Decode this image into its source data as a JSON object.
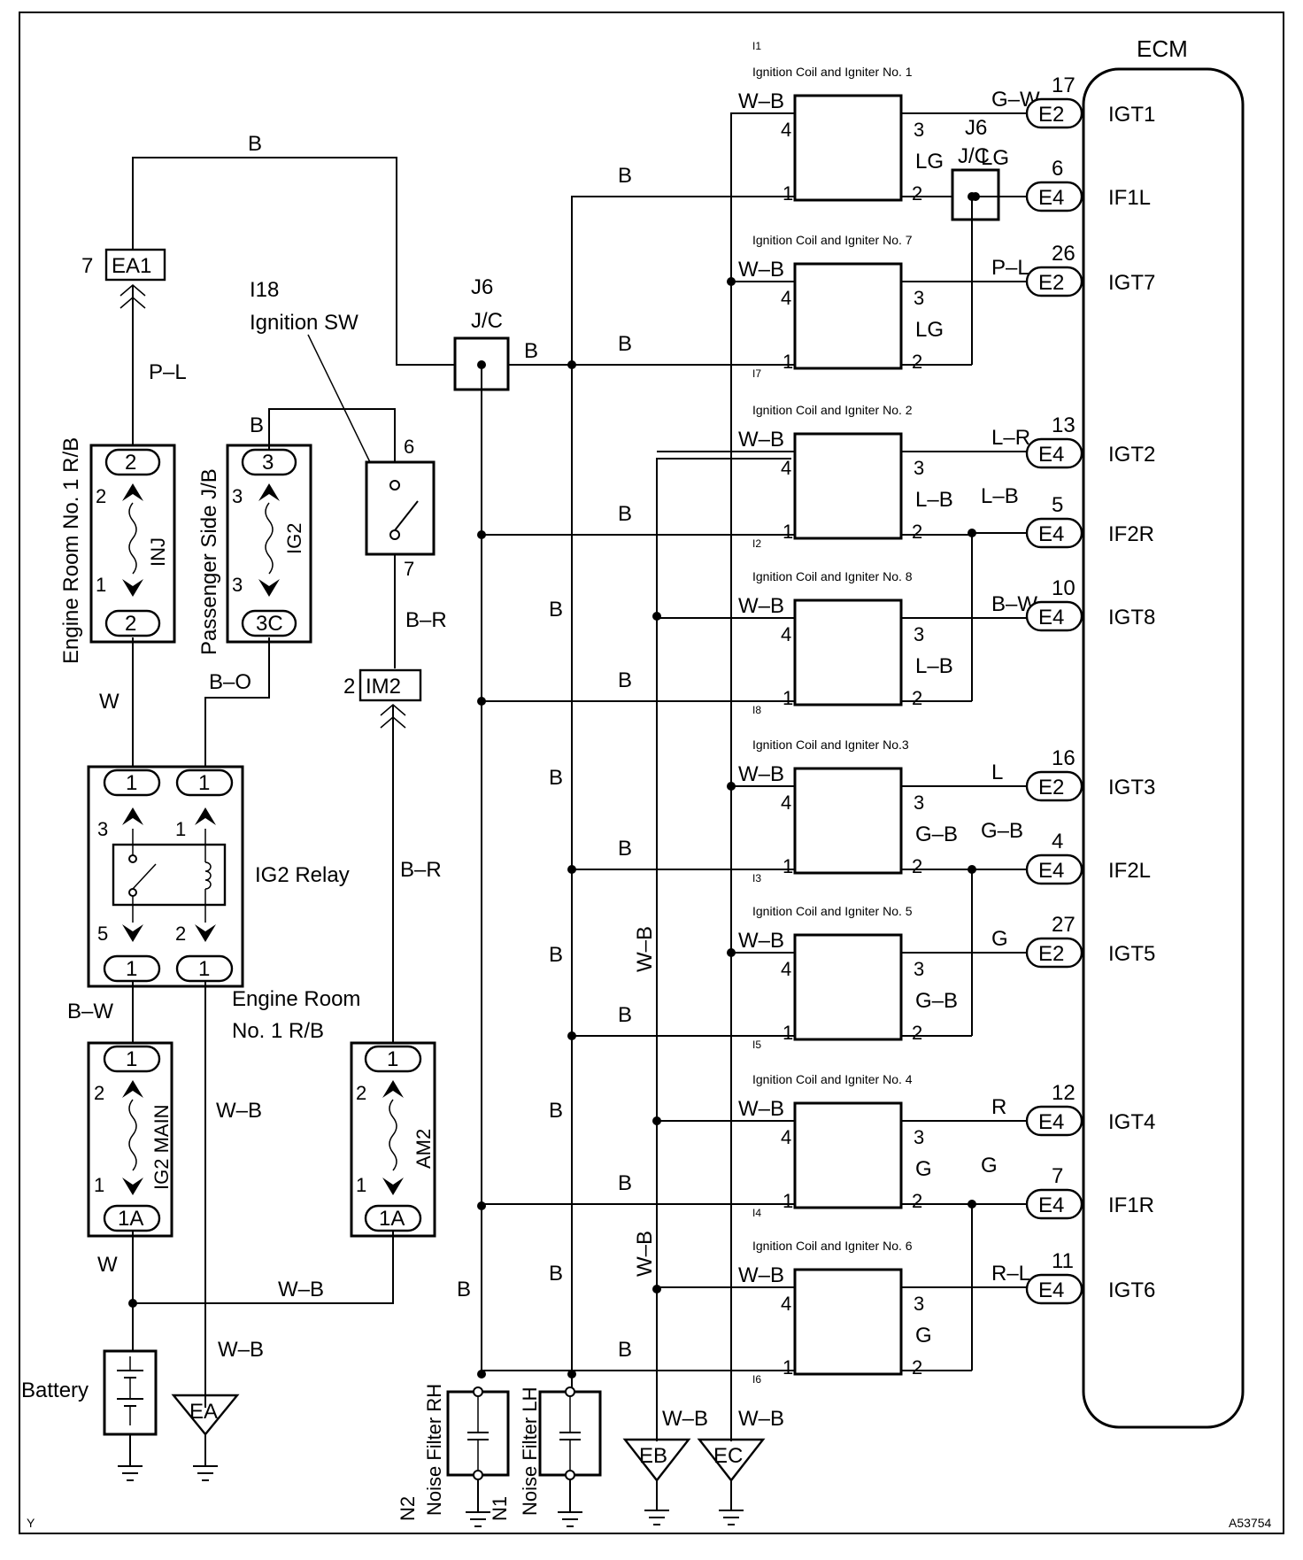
{
  "frame": {
    "corner_left": "Y",
    "corner_right": "A53754"
  },
  "ecm": {
    "title": "ECM",
    "terminals": [
      {
        "pin": "17",
        "connector": "E2",
        "signal": "IGT1"
      },
      {
        "pin": "6",
        "connector": "E4",
        "signal": "IF1L"
      },
      {
        "pin": "26",
        "connector": "E2",
        "signal": "IGT7"
      },
      {
        "pin": "13",
        "connector": "E4",
        "signal": "IGT2"
      },
      {
        "pin": "5",
        "connector": "E4",
        "signal": "IF2R"
      },
      {
        "pin": "10",
        "connector": "E4",
        "signal": "IGT8"
      },
      {
        "pin": "16",
        "connector": "E2",
        "signal": "IGT3"
      },
      {
        "pin": "4",
        "connector": "E4",
        "signal": "IF2L"
      },
      {
        "pin": "27",
        "connector": "E2",
        "signal": "IGT5"
      },
      {
        "pin": "12",
        "connector": "E4",
        "signal": "IGT4"
      },
      {
        "pin": "7",
        "connector": "E4",
        "signal": "IF1R"
      },
      {
        "pin": "11",
        "connector": "E4",
        "signal": "IGT6"
      }
    ]
  },
  "coils": [
    {
      "code": "I1",
      "title": "Ignition Coil and Igniter No. 1",
      "w_in": "W–B",
      "out3": "G–W",
      "out2": "LG",
      "gnd_b": "B",
      "ecm_wire2": "LG"
    },
    {
      "code": "I7",
      "title": "Ignition Coil and Igniter No. 7",
      "w_in": "W–B",
      "out3": "P–L",
      "out2": "LG",
      "gnd_b": "B",
      "ecm_wire2": ""
    },
    {
      "code": "I2",
      "title": "Ignition Coil and Igniter No. 2",
      "w_in": "W–B",
      "out3": "L–R",
      "out2": "L–B",
      "gnd_b": "B",
      "ecm_wire2": "L–B"
    },
    {
      "code": "I8",
      "title": "Ignition Coil and Igniter No. 8",
      "w_in": "W–B",
      "out3": "B–W",
      "out2": "L–B",
      "gnd_b": "B",
      "ecm_wire2": ""
    },
    {
      "code": "I3",
      "title": "Ignition Coil and Igniter No.3",
      "w_in": "W–B",
      "out3": "L",
      "out2": "G–B",
      "gnd_b": "B",
      "ecm_wire2": "G–B"
    },
    {
      "code": "I5",
      "title": "Ignition Coil and Igniter No. 5",
      "w_in": "W–B",
      "out3": "G",
      "out2": "G–B",
      "gnd_b": "B",
      "ecm_wire2": ""
    },
    {
      "code": "I4",
      "title": "Ignition Coil and Igniter No. 4",
      "w_in": "W–B",
      "out3": "R",
      "out2": "G",
      "gnd_b": "B",
      "ecm_wire2": "G"
    },
    {
      "code": "I6",
      "title": "Ignition Coil and Igniter No. 6",
      "w_in": "W–B",
      "out3": "R–L",
      "out2": "G",
      "gnd_b": "B",
      "ecm_wire2": ""
    }
  ],
  "pins": {
    "p1": "1",
    "p2": "2",
    "p3": "3",
    "p4": "4"
  },
  "junction": {
    "code": "J6",
    "name": "J/C"
  },
  "left": {
    "ea1": {
      "pin": "7",
      "name": "EA1"
    },
    "im2": {
      "pin": "2",
      "name": "IM2"
    },
    "ign_sw": {
      "code": "I18",
      "name": "Ignition SW",
      "pin_top": "6",
      "pin_bottom": "7"
    },
    "er_rb_label": "Engine Room No. 1 R/B",
    "ps_jb_label": "Passenger Side J/B",
    "er_rb2_line1": "Engine Room",
    "er_rb2_line2": "No. 1 R/B",
    "inj": {
      "name": "INJ",
      "top": "2",
      "bottom": "2",
      "pin_top": "2",
      "pin_bottom": "1"
    },
    "ig2": {
      "name": "IG2",
      "top": "3",
      "bottom": "3C",
      "pin_top": "3",
      "pin_bottom": "3"
    },
    "relay": {
      "name": "IG2 Relay",
      "t1": "1",
      "t2": "1",
      "b1": "1",
      "b2": "1",
      "p3": "3",
      "p1": "1",
      "p5": "5",
      "p2": "2"
    },
    "ig2main": {
      "name": "IG2 MAIN",
      "top": "1",
      "bottom": "1A",
      "pin_top": "2",
      "pin_bottom": "1"
    },
    "am2": {
      "name": "AM2",
      "top": "1",
      "bottom": "1A",
      "pin_top": "2",
      "pin_bottom": "1"
    },
    "battery": "Battery",
    "grounds": {
      "ea": "EA",
      "eb": "EB",
      "ec": "EC"
    },
    "filters": {
      "rh": "Noise Filter RH",
      "lh": "Noise Filter LH",
      "n2": "N2",
      "n1": "N1"
    }
  },
  "wires": {
    "b": "B",
    "p_l": "P–L",
    "w": "W",
    "b_o": "B–O",
    "b_r": "B–R",
    "b_w": "B–W",
    "w_b": "W–B"
  }
}
